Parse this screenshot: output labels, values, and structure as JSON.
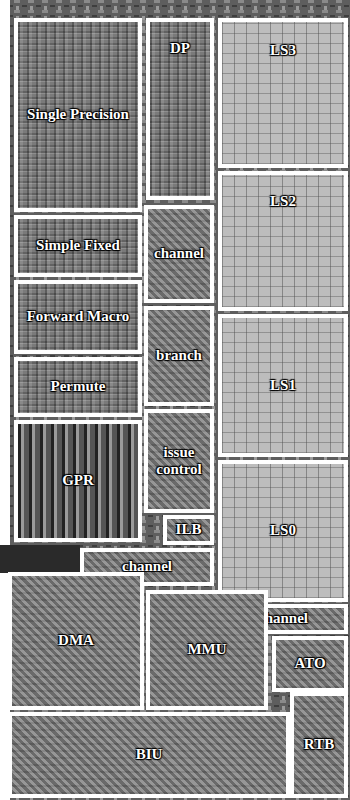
{
  "diagram": {
    "nodes": [
      {
        "text": [
          "Single Precision"
        ]
      },
      {
        "text": [
          "DP"
        ]
      },
      {
        "text": [
          "LS3"
        ]
      },
      {
        "text": [
          "Simple Fixed"
        ]
      },
      {
        "text": [
          "channel"
        ]
      },
      {
        "text": [
          "LS2"
        ]
      },
      {
        "text": [
          "Forward Macro"
        ]
      },
      {
        "text": [
          "branch"
        ]
      },
      {
        "text": [
          "Permute"
        ]
      },
      {
        "text": [
          "LS1"
        ]
      },
      {
        "text": [
          "GPR"
        ]
      },
      {
        "text": [
          "issue control"
        ]
      },
      {
        "text": [
          "ILB"
        ]
      },
      {
        "text": [
          "LS0"
        ]
      },
      {
        "text": [
          "channel"
        ]
      },
      {
        "text": [
          "channel"
        ]
      },
      {
        "text": [
          "DMA"
        ]
      },
      {
        "text": [
          "MMU"
        ]
      },
      {
        "text": [
          "ATO"
        ]
      },
      {
        "text": [
          "BIU"
        ]
      },
      {
        "text": [
          "RTB"
        ]
      }
    ]
  }
}
